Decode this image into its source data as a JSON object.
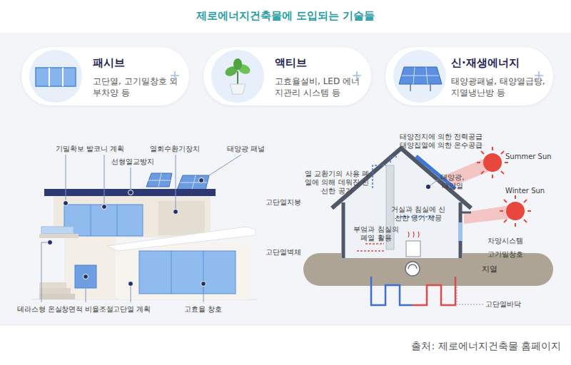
{
  "diagram": {
    "title": "제로에너지건축물에 도입되는 기술들",
    "caption": "출처: 제로에너지건축물 홈페이지",
    "nodes": [
      {
        "text": [
          "패시브",
          "고단열, 고기밀창호 외부차양 등"
        ]
      },
      {
        "text": [
          "액티브",
          "고효율설비, LED 에너지관리 시스템 등"
        ]
      },
      {
        "text": [
          "신·재생에너지",
          "태양광패널, 태양열급탕, 지열냉난방 등"
        ]
      },
      {
        "text": [
          "지열"
        ]
      }
    ],
    "labels": [
      "기밀확보",
      "발코니 계획",
      "선형열교방지",
      "열회수환기장치",
      "태양광 패널",
      "테라스형 온실",
      "창면적 비율조절",
      "고단열 계획",
      "고효율 창호",
      "태양전지에 의한 전력공급 태양집열에 의한 온수공급",
      "Summer Sun",
      "열 교환기의 사용 폐열에 의해 데워진 신선한 공기",
      "태양광, 태양열",
      "Winter Sun",
      "고단열지붕",
      "거실과 침실에 신선한 공기 제공",
      "부엌과 침실의 폐열 활용",
      "차양시스템",
      "고단열벽체",
      "고기밀창호",
      "고단열바닥"
    ]
  }
}
